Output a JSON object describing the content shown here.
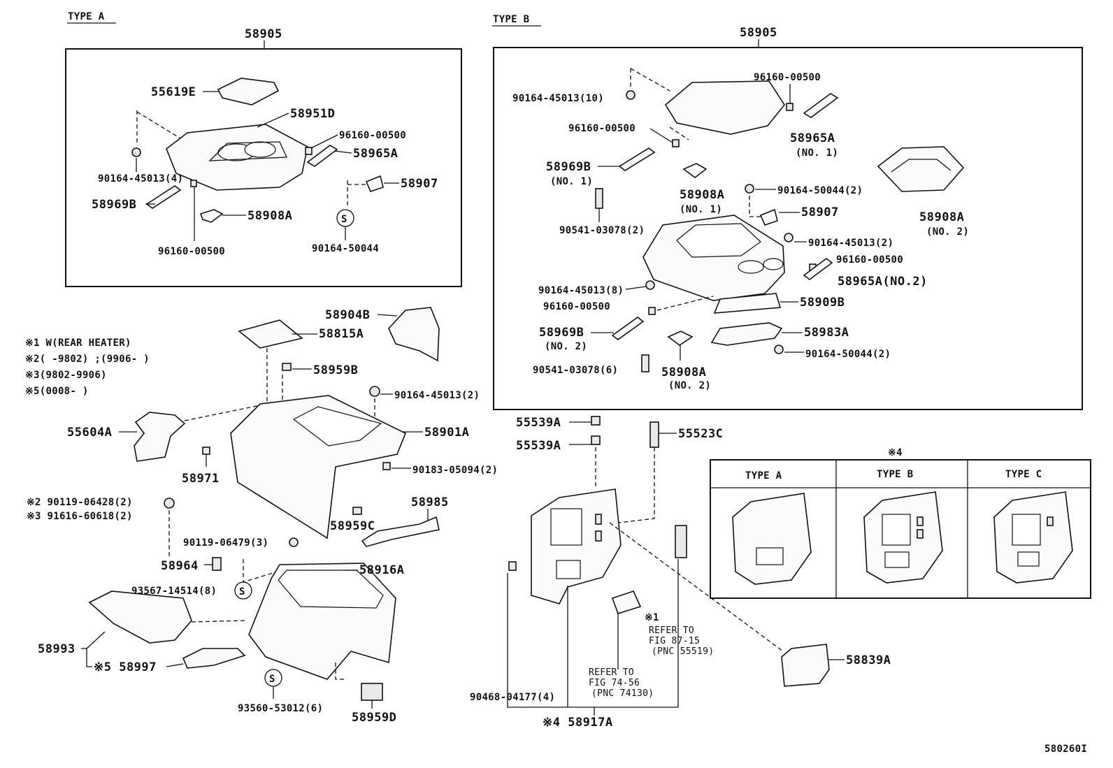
{
  "type_a": {
    "heading": "TYPE A",
    "assy": "58905",
    "labels": {
      "p55619e": "55619E",
      "p58951d": "58951D",
      "p96160_r": "96160-00500",
      "p58965a": "58965A",
      "p90164_4": "90164-45013(4)",
      "p58907": "58907",
      "p58969b": "58969B",
      "p58908a": "58908A",
      "p96160_b": "96160-00500",
      "s_mark": "S",
      "p90164_50044": "90164-50044"
    }
  },
  "type_b": {
    "heading": "TYPE B",
    "assy": "58905",
    "labels": {
      "p90164_10": "90164-45013(10)",
      "p96160_top": "96160-00500",
      "p96160_mid": "96160-00500",
      "p58965a": "58965A",
      "p58965a_no": "(NO. 1)",
      "p58969b": "58969B",
      "p58969b_no": "(NO. 1)",
      "p58908a_1": "58908A",
      "p58908a_1_no": "(NO. 1)",
      "p90164_50044_top": "90164-50044(2)",
      "p58908a_2r": "58908A",
      "p58908a_2r_no": "(NO. 2)",
      "p58907": "58907",
      "p90541_2": "90541-03078(2)",
      "p90164_45013_2": "90164-45013(2)",
      "p96160_right": "96160-00500",
      "p58965a_no2": "58965A(NO.2)",
      "p90164_8": "90164-45013(8)",
      "p96160_low": "96160-00500",
      "p58909b": "58909B",
      "p58969b_2": "58969B",
      "p58969b_2_no": "(NO. 2)",
      "p58983a": "58983A",
      "p90164_50044_bot": "90164-50044(2)",
      "p90541_6": "90541-03078(6)",
      "p58908a_2b": "58908A",
      "p58908a_2b_no": "(NO. 2)"
    }
  },
  "notes": {
    "n1": "※1 W(REAR HEATER)",
    "n2": "※2(     -9802) ;(9906-     )",
    "n3": "※3(9802-9906)",
    "n5": "※5(0008-      )"
  },
  "lower_left": {
    "p58904b": "58904B",
    "p58815a": "58815A",
    "p58959b": "58959B",
    "p90164_45013_2": "90164-45013(2)",
    "p55604a": "55604A",
    "p58901a": "58901A",
    "p58971": "58971",
    "p90183": "90183-05094(2)",
    "n2_part": "※2 90119-06428(2)",
    "n3_part": "※3 91616-60618(2)",
    "p58985": "58985",
    "p58959c": "58959C",
    "p90119_06479": "90119-06479(3)",
    "p58964": "58964",
    "p93567": "93567-14514(8)",
    "s_mark": "S",
    "p58916a": "58916A",
    "p58993": "58993",
    "p58997": "※5 58997",
    "p93560": "93560-53012(6)",
    "p58959d": "58959D"
  },
  "lower_right": {
    "p55539a_1": "55539A",
    "p55539a_2": "55539A",
    "p55523c": "55523C",
    "ref1_mark": "※1",
    "ref1_l1": "REFER TO",
    "ref1_l2": "FIG 87-15",
    "ref1_l3": "(PNC 55519)",
    "ref2_l1": "REFER TO",
    "ref2_l2": "FIG 74-56",
    "ref2_l3": "(PNC 74130)",
    "p90468": "90468-04177(4)",
    "p58917a": "※4 58917A",
    "p58839a": "58839A"
  },
  "variant_table": {
    "mark": "※4",
    "cols": [
      "TYPE A",
      "TYPE B",
      "TYPE C"
    ]
  },
  "figure_code": "580260I"
}
